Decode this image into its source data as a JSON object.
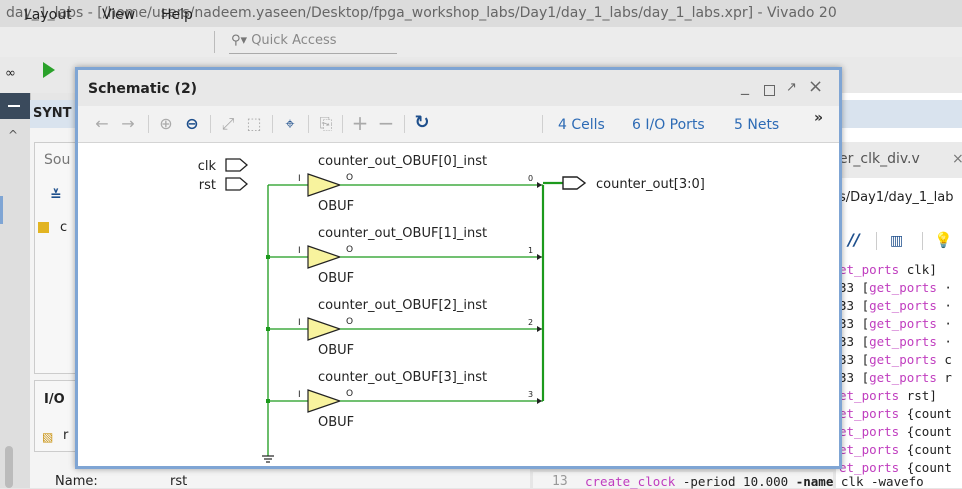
{
  "window_title": "day_1_labs - [/home/users/nadeem.yaseen/Desktop/fpga_workshop_labs/Day1/day_1_labs/day_1_labs.xpr] - Vivado 20",
  "menu": [
    "Layout",
    "View",
    "Help"
  ],
  "quick_access": "Quick Access",
  "synth_label": "SYNT",
  "sources_label": "Sou",
  "source_item_prefix": "c",
  "io_label": "I/O",
  "io_item_prefix": "r",
  "name_label": "Name:",
  "name_value": "rst",
  "line_no": "13",
  "editor_tab": "er_clk_div.v",
  "editor_path": "s/Day1/day_1_lab",
  "code_lines": [
    {
      "pre": "",
      "kw": "et_ports",
      "post": " clk]"
    },
    {
      "pre": "33 [",
      "kw": "get_ports",
      "post": " ·"
    },
    {
      "pre": "33 [",
      "kw": "get_ports",
      "post": " ·"
    },
    {
      "pre": "33 [",
      "kw": "get_ports",
      "post": " ·"
    },
    {
      "pre": "33 [",
      "kw": "get_ports",
      "post": " ·"
    },
    {
      "pre": "33 [",
      "kw": "get_ports",
      "post": " c"
    },
    {
      "pre": "33 [",
      "kw": "get_ports",
      "post": " r"
    },
    {
      "pre": "",
      "kw": "et_ports",
      "post": " rst]"
    },
    {
      "pre": "",
      "kw": "et_ports",
      "post": " {count"
    },
    {
      "pre": "",
      "kw": "et_ports",
      "post": " {count"
    },
    {
      "pre": "",
      "kw": "et_ports",
      "post": " {count"
    },
    {
      "pre": "",
      "kw": "et_ports",
      "post": " {count"
    }
  ],
  "bottom_code": {
    "kw1": "create_clock",
    "mid": " -period 10.000 ",
    "kw2": "-name",
    "post": " clk -wavefo"
  },
  "schematic": {
    "title": "Schematic (2)",
    "cells": "4 Cells",
    "ports": "6 I/O Ports",
    "nets": "5 Nets",
    "more": "»",
    "inputs": [
      "clk",
      "rst"
    ],
    "output_port": "counter_out[3:0]",
    "buffers": [
      {
        "name": "counter_out_OBUF[0]_inst",
        "type": "OBUF",
        "bit": "0"
      },
      {
        "name": "counter_out_OBUF[1]_inst",
        "type": "OBUF",
        "bit": "1"
      },
      {
        "name": "counter_out_OBUF[2]_inst",
        "type": "OBUF",
        "bit": "2"
      },
      {
        "name": "counter_out_OBUF[3]_inst",
        "type": "OBUF",
        "bit": "3"
      }
    ],
    "pin_in": "I",
    "pin_out": "O"
  },
  "colors": {
    "net": "#1c9a1c",
    "buffer": "#f8f39e",
    "accent": "#2d6bb5",
    "frame": "#7fa5d4"
  }
}
